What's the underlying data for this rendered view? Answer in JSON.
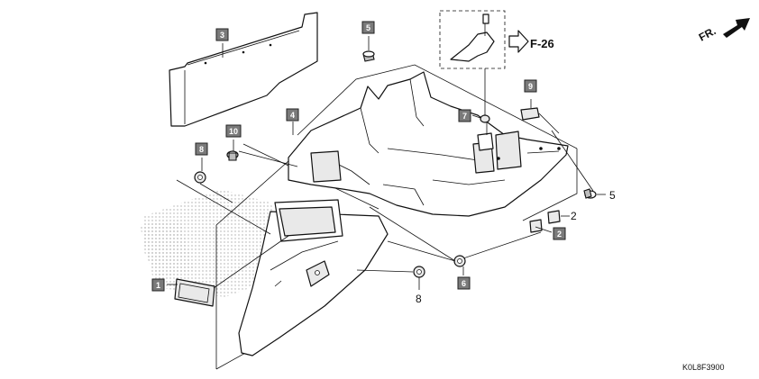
{
  "diagram": {
    "figure_code": "K0L8F3900",
    "direction_label": "FR.",
    "reference_label": "F-26",
    "callouts": [
      "1",
      "2",
      "3",
      "4",
      "5",
      "6",
      "7",
      "8",
      "9",
      "10"
    ],
    "plain_numbers": {
      "five": "5",
      "two": "2",
      "eight": "8"
    }
  },
  "colors": {
    "callout_box": "#7a7a7a",
    "line": "#111111",
    "stipple": "#b0b0b0"
  }
}
